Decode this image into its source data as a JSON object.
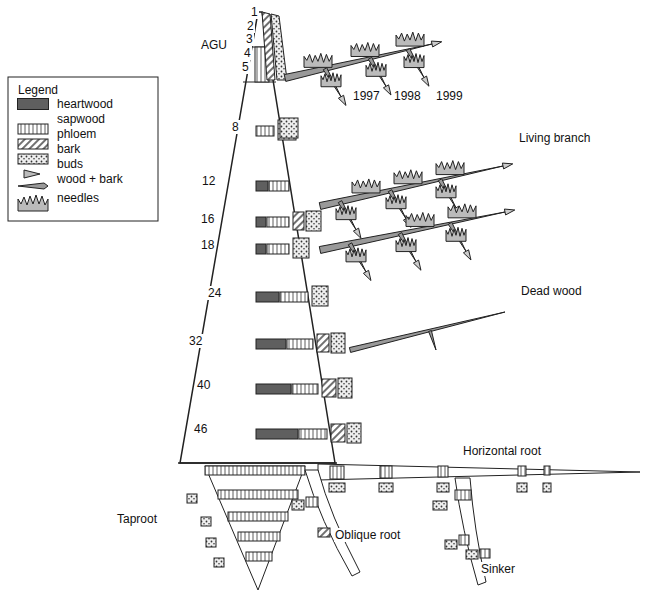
{
  "diagram": {
    "labels": [
      "AGU",
      "1",
      "2",
      "3",
      "4",
      "5",
      "8",
      "12",
      "16",
      "18",
      "24",
      "32",
      "40",
      "46",
      "1997",
      "1998",
      "1999",
      "Living branch",
      "Dead wood",
      "Horizontal root",
      "Taproot",
      "Oblique root",
      "Sinker",
      "Legend"
    ],
    "legend": [
      {
        "text": "heartwood",
        "color": "#5f5f5f"
      },
      {
        "text": "sapwood"
      },
      {
        "text": "phloem"
      },
      {
        "text": "bark"
      },
      {
        "text": "buds"
      },
      {
        "text": "wood + bark"
      },
      {
        "text": "needles"
      }
    ]
  }
}
